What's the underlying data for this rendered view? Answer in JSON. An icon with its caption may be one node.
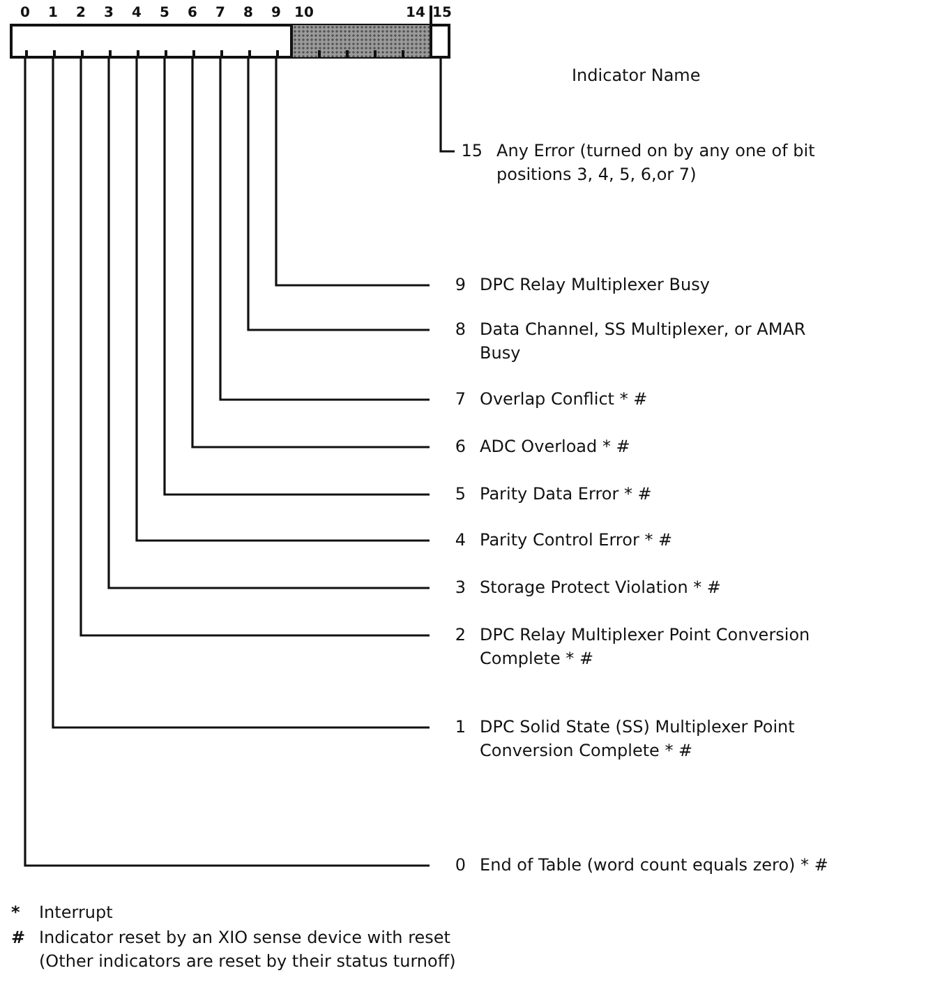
{
  "diagram": {
    "nodes": [
      {
        "text": [
          "0"
        ]
      },
      {
        "text": [
          "1"
        ]
      },
      {
        "text": [
          "2"
        ]
      },
      {
        "text": [
          "3"
        ]
      },
      {
        "text": [
          "4"
        ]
      },
      {
        "text": [
          "5"
        ]
      },
      {
        "text": [
          "6"
        ]
      },
      {
        "text": [
          "7"
        ]
      },
      {
        "text": [
          "8"
        ]
      },
      {
        "text": [
          "9"
        ]
      },
      {
        "text": [
          "10",
          "14"
        ]
      },
      {
        "text": [
          "15"
        ]
      },
      {
        "text": [
          "15",
          "Any Error (turned on by any one of bit positions 3, 4, 5, 6,or 7)"
        ]
      },
      {
        "text": [
          "9",
          "DPC Relay Multiplexer Busy"
        ]
      },
      {
        "text": [
          "8",
          "Data Channel, SS Multiplexer, or AMAR Busy"
        ]
      },
      {
        "text": [
          "7",
          "Overlap Conflict * #"
        ]
      },
      {
        "text": [
          "6",
          "ADC Overload * #"
        ]
      },
      {
        "text": [
          "5",
          "Parity Data Error * #"
        ]
      },
      {
        "text": [
          "4",
          "Parity Control Error * #"
        ]
      },
      {
        "text": [
          "3",
          "Storage Protect Violation * #"
        ]
      },
      {
        "text": [
          "2",
          "DPC Relay Multiplexer Point Conversion Complete * #"
        ]
      },
      {
        "text": [
          "1",
          "DPC Solid State (SS) Multiplexer Point Conversion Complete * #"
        ]
      },
      {
        "text": [
          "0",
          "End of Table (word count equals zero) * #"
        ]
      }
    ],
    "edges": [
      {
        "from": 11,
        "to": 12,
        "arrow": "none"
      },
      {
        "from": 9,
        "to": 13,
        "arrow": "none"
      },
      {
        "from": 8,
        "to": 14,
        "arrow": "none"
      },
      {
        "from": 7,
        "to": 15,
        "arrow": "none"
      },
      {
        "from": 6,
        "to": 16,
        "arrow": "none"
      },
      {
        "from": 5,
        "to": 17,
        "arrow": "none"
      },
      {
        "from": 4,
        "to": 18,
        "arrow": "none"
      },
      {
        "from": 3,
        "to": 19,
        "arrow": "none"
      },
      {
        "from": 2,
        "to": 20,
        "arrow": "none"
      },
      {
        "from": 1,
        "to": 21,
        "arrow": "none"
      },
      {
        "from": 0,
        "to": 22,
        "arrow": "none"
      }
    ],
    "labels": [
      "Indicator Name",
      "*",
      "Interrupt",
      "#",
      "Indicator reset by an XIO sense device with reset (Other indicators are reset by their status turnoff)"
    ]
  }
}
